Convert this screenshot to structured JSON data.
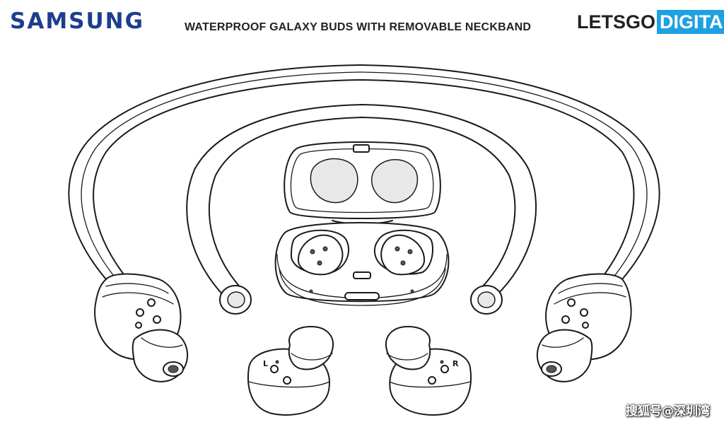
{
  "header": {
    "brand": "SAMSUNG",
    "title": "WATERPROOF GALAXY BUDS WITH REMOVABLE NECKBAND",
    "logo_part1": "LETSGO",
    "logo_part2": "DIGITAL"
  },
  "illustration": {
    "bud_left_marker": "L",
    "bud_right_marker": "R"
  },
  "watermark": "搜狐号@深圳湾"
}
